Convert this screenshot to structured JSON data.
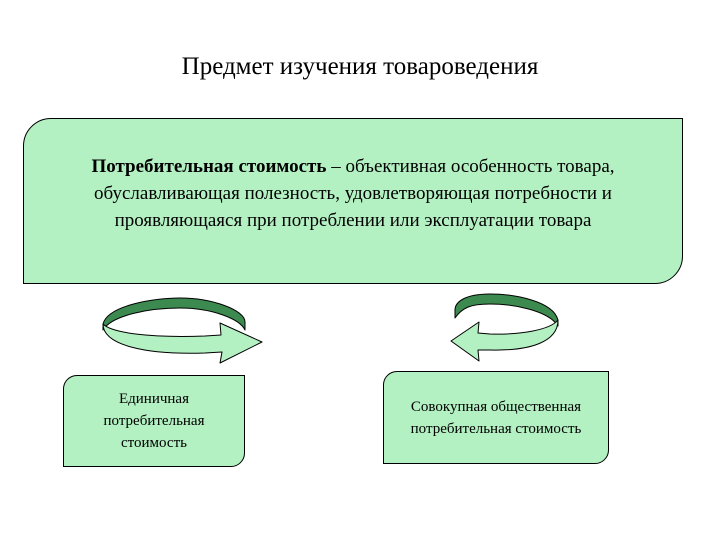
{
  "colors": {
    "box_fill": "#b3f0c2",
    "border": "#000000",
    "text": "#000000"
  },
  "title": "Предмет изучения товароведения",
  "main_box": {
    "term": "Потребительная стоимость",
    "definition_line1": " – объективная особенность товара,",
    "line2": "обуславливающая полезность, удовлетворяющая потребности и",
    "line3": "проявляющаяся при потреблении или эксплуатации товара"
  },
  "left_box": {
    "lines": [
      "Единичная",
      "потребительная",
      "стоимость"
    ]
  },
  "right_box": {
    "lines": [
      "Совокупная общественная",
      "потребительная стоимость"
    ]
  },
  "arrows": [
    {
      "name": "circular-arrow-left",
      "direction": "right"
    },
    {
      "name": "circular-arrow-right",
      "direction": "left"
    }
  ]
}
